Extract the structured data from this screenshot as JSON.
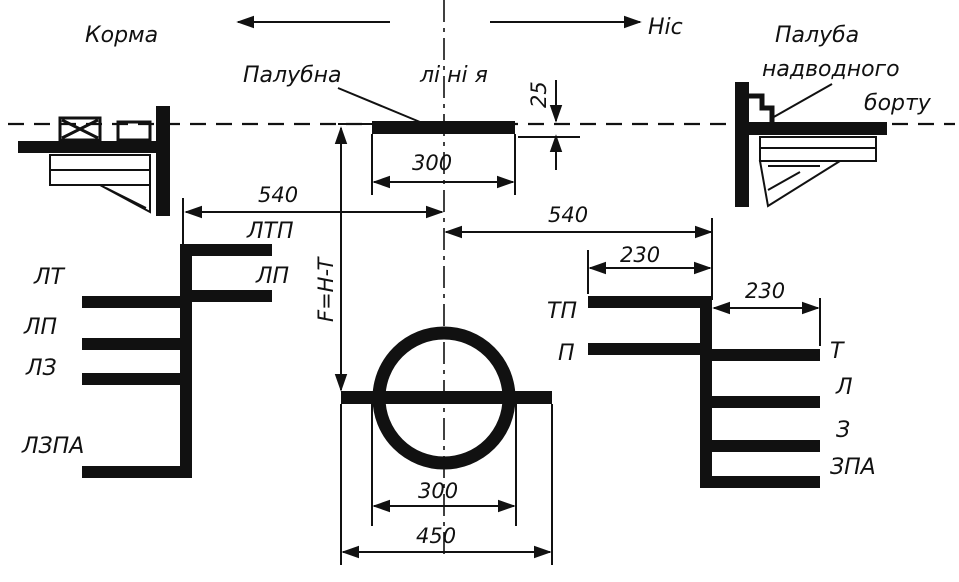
{
  "direction": {
    "stern": "Корма",
    "bow": "Ніс"
  },
  "deck_line": {
    "word1": "Палубна",
    "word2": "лі ні я"
  },
  "freeboard_deck": {
    "line1": "Палуба",
    "line2": "надводного",
    "line3": "борту"
  },
  "formula": "F=H-T",
  "dimensions": {
    "d25": "25",
    "d300_top": "300",
    "d540_left": "540",
    "d540_right": "540",
    "d230_upper": "230",
    "d230_lower": "230",
    "d300_bottom": "300",
    "d450": "450"
  },
  "left_marks": {
    "ltp": "ЛТП",
    "lp_upper": "ЛП",
    "lt": "ЛТ",
    "lp": "ЛП",
    "lz": "ЛЗ",
    "lzpa": "ЛЗПА"
  },
  "right_marks": {
    "tp": "ТП",
    "p": "П",
    "t": "Т",
    "l": "Л",
    "z": "З",
    "zpa": "ЗПА"
  }
}
